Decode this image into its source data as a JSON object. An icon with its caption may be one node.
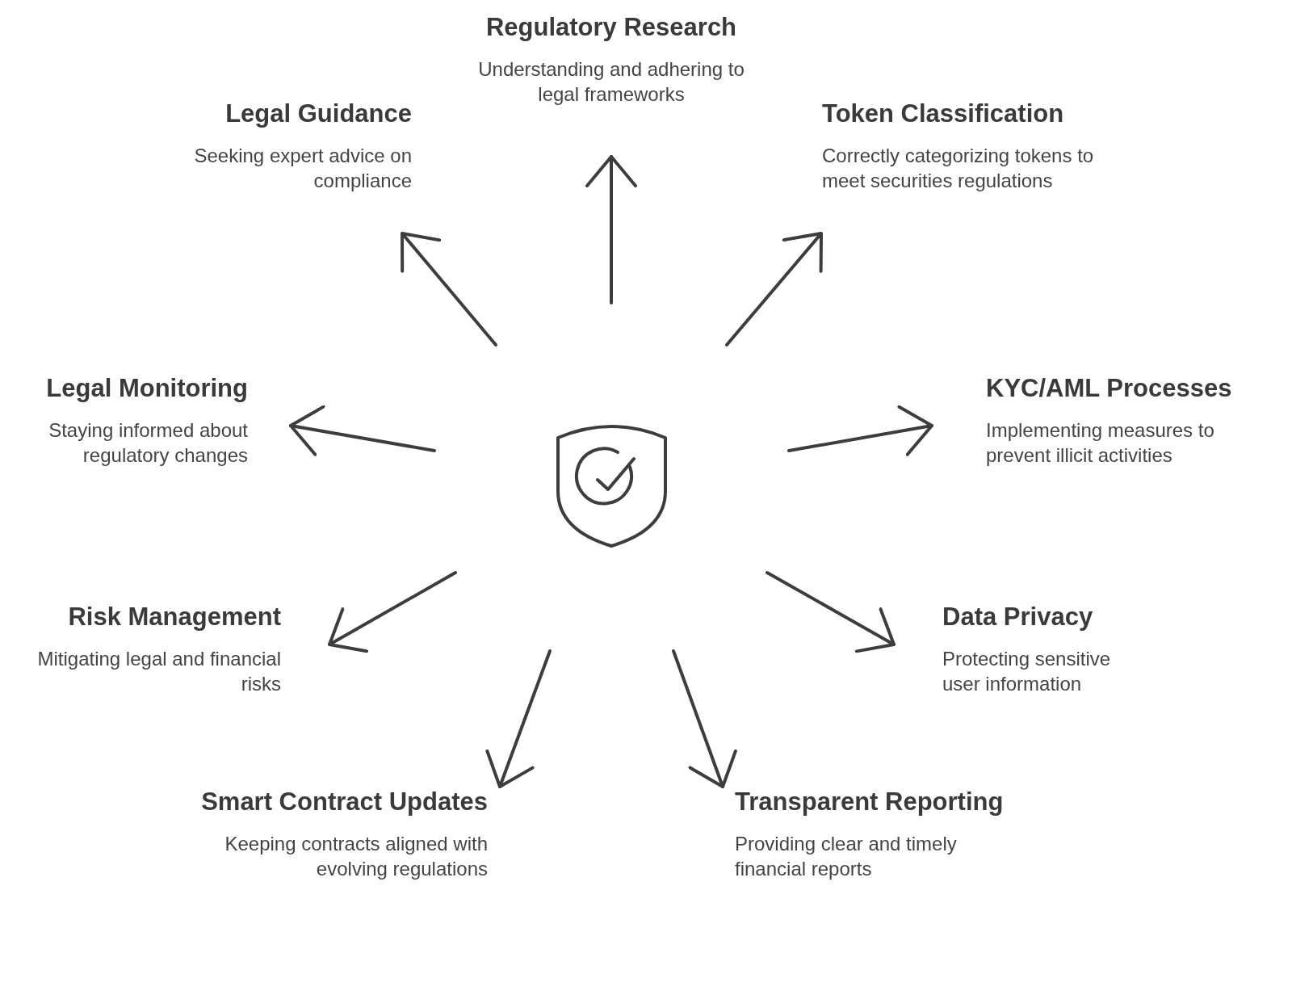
{
  "diagram": {
    "nodes": [
      {
        "text": [],
        "shape": "picture"
      },
      {
        "text": [
          "Regulatory Research",
          "Understanding and adhering to legal frameworks"
        ]
      },
      {
        "text": [
          "Legal Guidance",
          "Seeking expert advice on compliance"
        ]
      },
      {
        "text": [
          "Token Classification",
          "Correctly categorizing tokens to meet securities regulations"
        ]
      },
      {
        "text": [
          "Legal Monitoring",
          "Staying informed about regulatory changes"
        ]
      },
      {
        "text": [
          "KYC/AML Processes",
          "Implementing measures to prevent illicit activities"
        ]
      },
      {
        "text": [
          "Risk Management",
          "Mitigating legal and financial risks"
        ]
      },
      {
        "text": [
          "Data Privacy",
          "Protecting sensitive user information"
        ]
      },
      {
        "text": [
          "Smart Contract Updates",
          "Keeping contracts aligned with evolving regulations"
        ]
      },
      {
        "text": [
          "Transparent Reporting",
          "Providing clear and timely financial reports"
        ]
      }
    ],
    "edges": [
      {
        "from": null,
        "to": 1,
        "arrow": "to"
      },
      {
        "from": null,
        "to": 2,
        "arrow": "to"
      },
      {
        "from": null,
        "to": 3,
        "arrow": "to"
      },
      {
        "from": null,
        "to": 4,
        "arrow": "to"
      },
      {
        "from": null,
        "to": 5,
        "arrow": "to"
      },
      {
        "from": null,
        "to": 6,
        "arrow": "to"
      },
      {
        "from": null,
        "to": 7,
        "arrow": "to"
      },
      {
        "from": null,
        "to": 8,
        "arrow": "to"
      },
      {
        "from": null,
        "to": 9,
        "arrow": "to"
      }
    ]
  }
}
